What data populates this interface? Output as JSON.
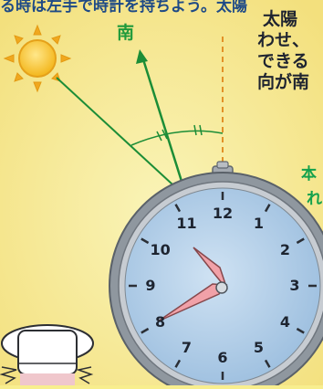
{
  "heading_partial": "る時は左手で時計を持ちよう。太陽",
  "south_label": "南",
  "side_text": [
    "太陽",
    "わせ、",
    "できる",
    "向が南"
  ],
  "side_note": [
    "本",
    "れ"
  ],
  "clock": {
    "numbers": [
      "12",
      "1",
      "2",
      "3",
      "4",
      "5",
      "6",
      "7",
      "8",
      "9",
      "10",
      "11"
    ]
  },
  "colors": {
    "background": "#f8ee8e",
    "sun": "#f3b61b",
    "guide_green": "#1c8d37",
    "guide_dash": "#e29127",
    "clock_face": "#b9d4ed",
    "clock_rim": "#9aa3ad",
    "hands": "#f1a1a8",
    "title": "#1e4a86"
  }
}
